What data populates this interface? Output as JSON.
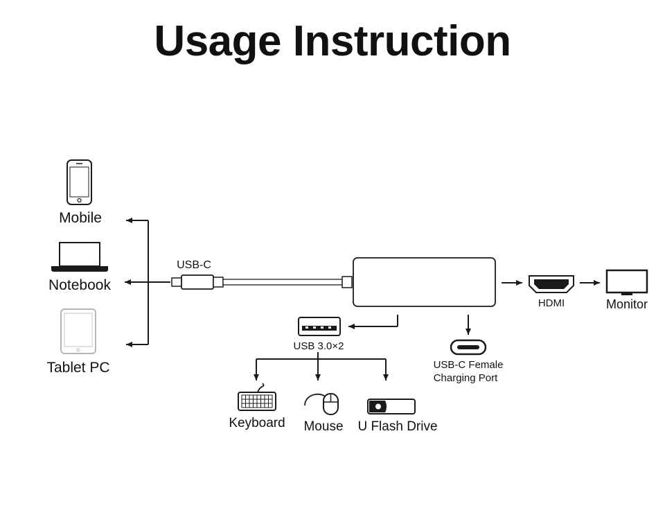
{
  "title": "Usage Instruction",
  "devices": {
    "mobile": "Mobile",
    "notebook": "Notebook",
    "tablet": "Tablet PC"
  },
  "hub": {
    "cable_label": "USB-C",
    "usb_ports": "USB 3.0×2",
    "charging_port_line1": "USB-C Female",
    "charging_port_line2": "Charging Port",
    "hdmi": "HDMI",
    "monitor": "Monitor"
  },
  "peripherals": {
    "keyboard": "Keyboard",
    "mouse": "Mouse",
    "flash_drive": "U Flash Drive"
  },
  "colors": {
    "line": "#1a1a1a",
    "device_fill": "#ffffff",
    "tablet_stroke": "#b5b5b5"
  }
}
